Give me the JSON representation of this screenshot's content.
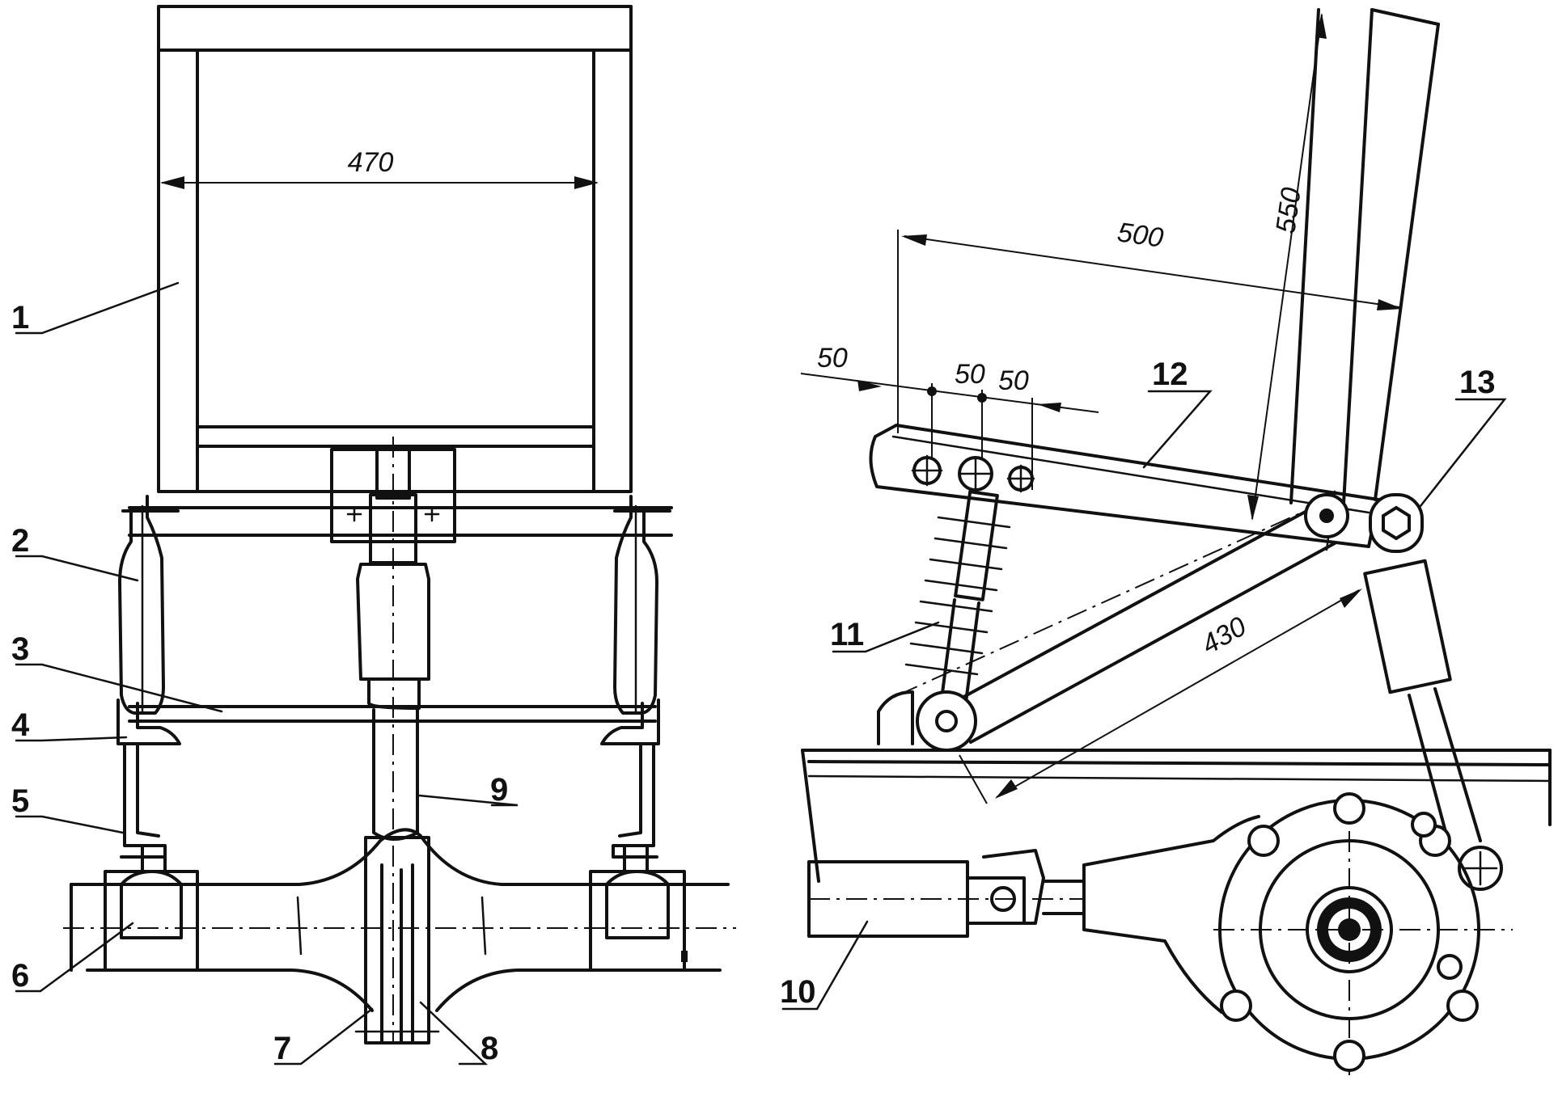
{
  "dimensions": {
    "frame_width": "470",
    "seat_length": "500",
    "back_height": "550",
    "arm_length": "430",
    "hole_spacing_1": "50",
    "hole_spacing_2": "50",
    "hole_spacing_3": "50"
  },
  "labels": [
    "1",
    "2",
    "3",
    "4",
    "5",
    "6",
    "7",
    "8",
    "9",
    "10",
    "11",
    "12",
    "13"
  ]
}
